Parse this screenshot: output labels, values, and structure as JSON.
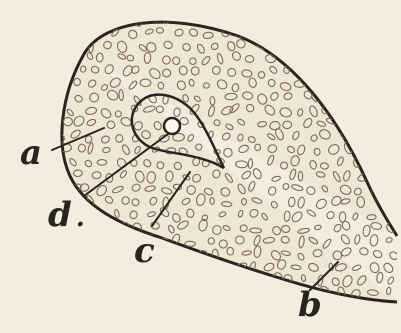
{
  "figure": {
    "labels": {
      "a": "a",
      "b": "b",
      "c": "c",
      "d": "d",
      "d_suffix": "."
    }
  },
  "colors": {
    "paper": "#f3ede0",
    "ink": "#2a2420",
    "cells": "#7a6b5c"
  }
}
